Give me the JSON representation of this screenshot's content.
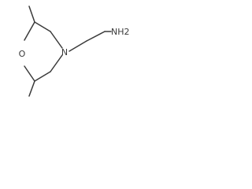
{
  "molecule": {
    "atoms": {
      "oxygen": "O",
      "nitrogen_ring": "N",
      "amine": "NH2"
    }
  }
}
